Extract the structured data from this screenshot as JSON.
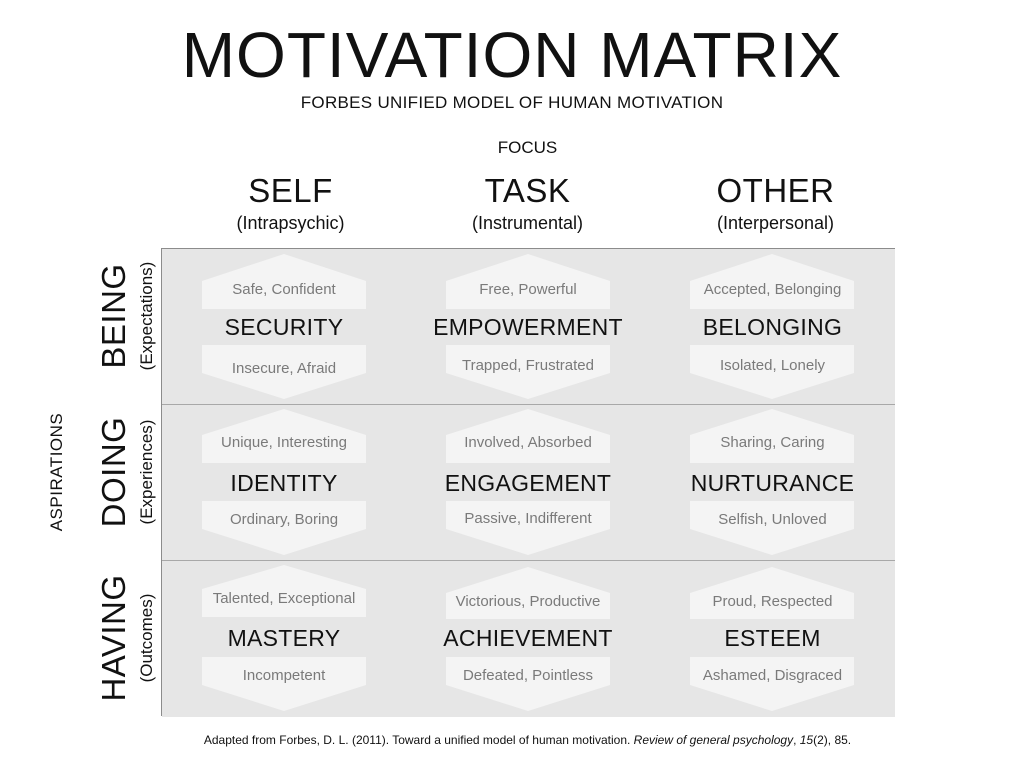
{
  "title": "MOTIVATION MATRIX",
  "subtitle": "FORBES UNIFIED MODEL OF HUMAN MOTIVATION",
  "focus_label": "FOCUS",
  "aspirations_label": "ASPIRATIONS",
  "columns": [
    {
      "title": "SELF",
      "subtitle": "(Intrapsychic)"
    },
    {
      "title": "TASK",
      "subtitle": "(Instrumental)"
    },
    {
      "title": "OTHER",
      "subtitle": "(Interpersonal)"
    }
  ],
  "rows": [
    {
      "title": "BEING",
      "subtitle": "(Expectations)"
    },
    {
      "title": "DOING",
      "subtitle": "(Experiences)"
    },
    {
      "title": "HAVING",
      "subtitle": "(Outcomes)"
    }
  ],
  "cells": [
    [
      {
        "positive": "Safe, Confident",
        "label": "SECURITY",
        "negative": "Insecure, Afraid"
      },
      {
        "positive": "Free, Powerful",
        "label": "EMPOWERMENT",
        "negative": "Trapped, Frustrated"
      },
      {
        "positive": "Accepted, Belonging",
        "label": "BELONGING",
        "negative": "Isolated, Lonely"
      }
    ],
    [
      {
        "positive": "Unique, Interesting",
        "label": "IDENTITY",
        "negative": "Ordinary, Boring"
      },
      {
        "positive": "Involved, Absorbed",
        "label": "ENGAGEMENT",
        "negative": "Passive, Indifferent"
      },
      {
        "positive": "Sharing, Caring",
        "label": "NURTURANCE",
        "negative": "Selfish, Unloved"
      }
    ],
    [
      {
        "positive": "Talented, Exceptional",
        "label": "MASTERY",
        "negative": "Incompetent"
      },
      {
        "positive": "Victorious, Productive",
        "label": "ACHIEVEMENT",
        "negative": "Defeated, Pointless"
      },
      {
        "positive": "Proud, Respected",
        "label": "ESTEEM",
        "negative": "Ashamed, Disgraced"
      }
    ]
  ],
  "citation": {
    "prefix": "Adapted from Forbes, D. L. (2011). Toward a unified model of human motivation. ",
    "journal": "Review of general psychology",
    "sep": ", ",
    "volume": "15",
    "suffix": "(2), 85."
  }
}
